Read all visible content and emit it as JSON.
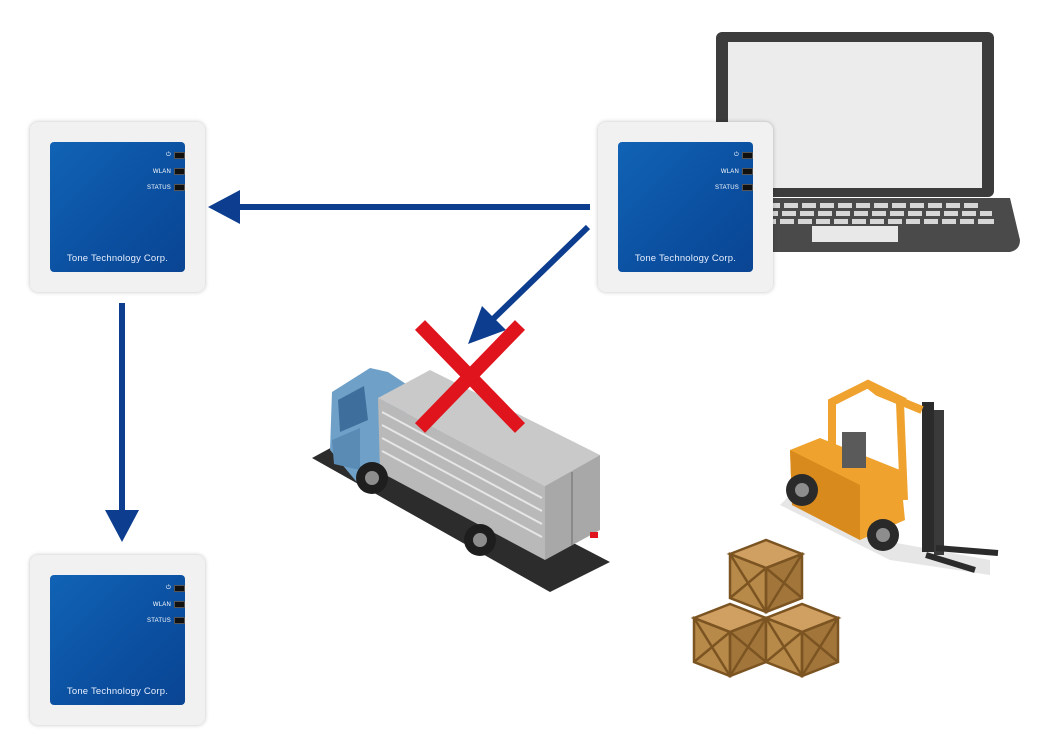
{
  "devices": [
    {
      "id": "left-top",
      "indicators": {
        "power": "⏻",
        "wlan": "WLAN",
        "status": "STATUS"
      },
      "brand": "Tone Technology Corp."
    },
    {
      "id": "right-top",
      "indicators": {
        "power": "⏻",
        "wlan": "WLAN",
        "status": "STATUS"
      },
      "brand": "Tone Technology Corp."
    },
    {
      "id": "left-bottom",
      "indicators": {
        "power": "⏻",
        "wlan": "WLAN",
        "status": "STATUS"
      },
      "brand": "Tone Technology Corp."
    }
  ],
  "colors": {
    "arrow": "#0d3d8f",
    "blocked_cross": "#e0141c",
    "device_face": "#0b4fa0",
    "truck_cab": "#6fa0c8",
    "forklift": "#f0a22e",
    "crate": "#b88a4a"
  },
  "icons": [
    "laptop-icon",
    "truck-icon",
    "forklift-icon",
    "crates-icon",
    "blocked-cross-icon"
  ]
}
